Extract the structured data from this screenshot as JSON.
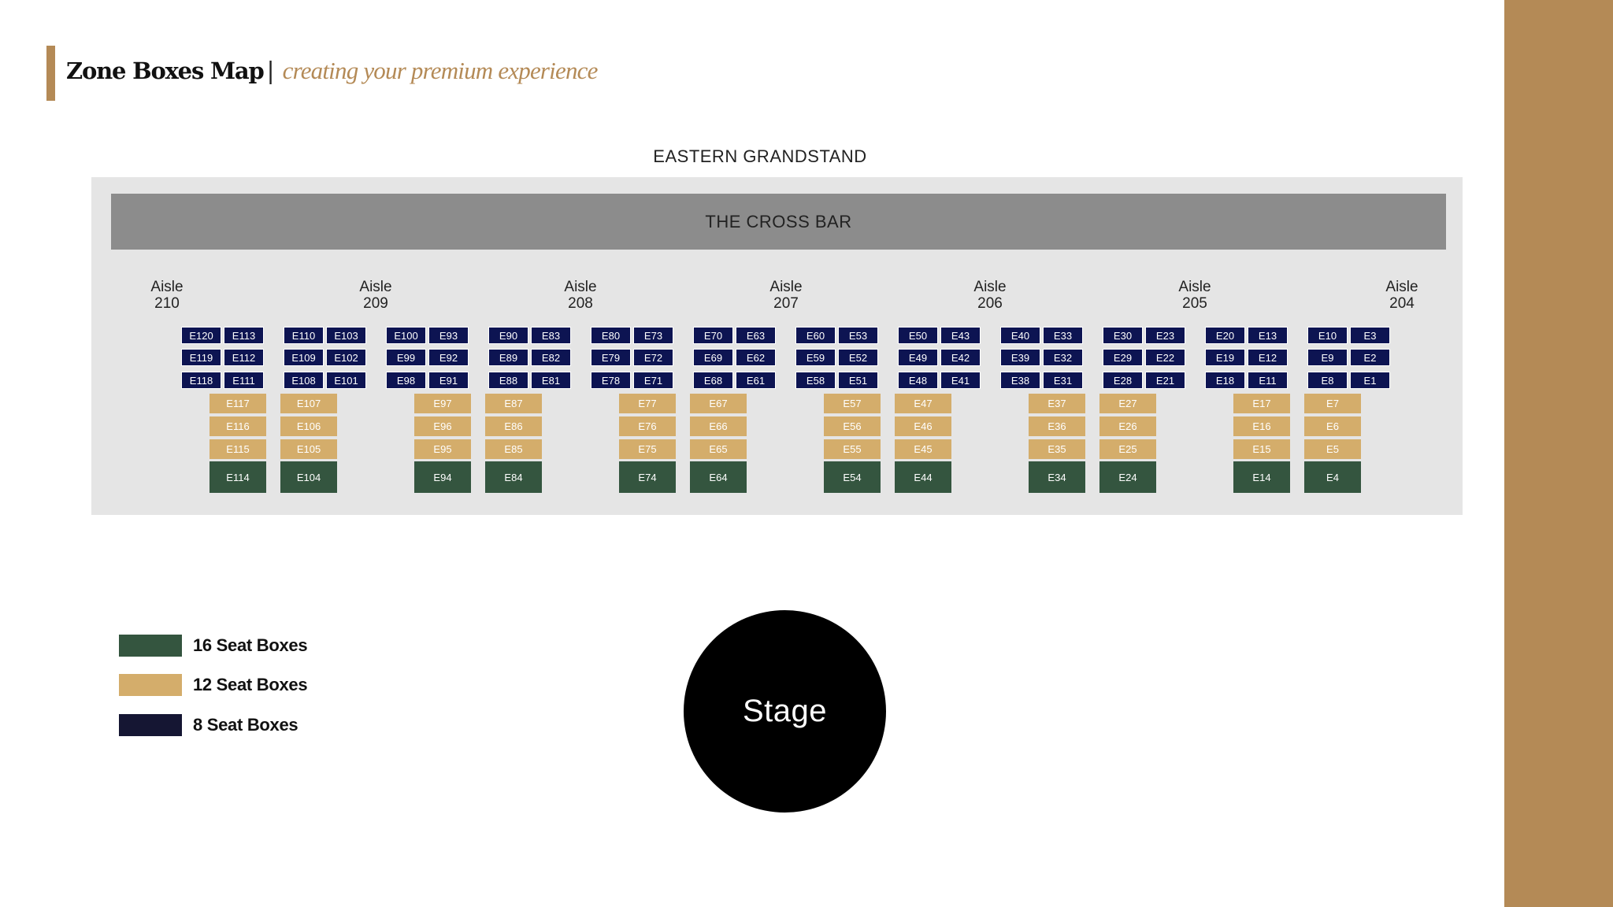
{
  "header": {
    "title": "Zone Boxes Map",
    "separator": "|",
    "subtitle": "creating your premium experience"
  },
  "stand": {
    "title": "EASTERN GRANDSTAND",
    "crossbar": "THE CROSS BAR"
  },
  "aisles": [
    {
      "word": "Aisle",
      "number": "210"
    },
    {
      "word": "Aisle",
      "number": "209"
    },
    {
      "word": "Aisle",
      "number": "208"
    },
    {
      "word": "Aisle",
      "number": "207"
    },
    {
      "word": "Aisle",
      "number": "206"
    },
    {
      "word": "Aisle",
      "number": "205"
    },
    {
      "word": "Aisle",
      "number": "204"
    }
  ],
  "sections": [
    {
      "navy": [
        [
          "E120",
          "E119",
          "E118"
        ],
        [
          "E113",
          "E112",
          "E111"
        ]
      ],
      "gold_left": [
        "E117",
        "E116",
        "E115"
      ],
      "green_left": "E114",
      "gold_right": [
        "E107",
        "E106",
        "E105"
      ],
      "green_right": "E104"
    },
    {
      "navy": [
        [
          "E110",
          "E109",
          "E108"
        ],
        [
          "E103",
          "E102",
          "E101"
        ]
      ]
    },
    {
      "navy": [
        [
          "E100",
          "E99",
          "E98"
        ],
        [
          "E93",
          "E92",
          "E91"
        ]
      ],
      "gold_left": [
        "E97",
        "E96",
        "E95"
      ],
      "green_left": "E94",
      "gold_right": [
        "E87",
        "E86",
        "E85"
      ],
      "green_right": "E84"
    },
    {
      "navy": [
        [
          "E90",
          "E89",
          "E88"
        ],
        [
          "E83",
          "E82",
          "E81"
        ]
      ]
    },
    {
      "navy": [
        [
          "E80",
          "E79",
          "E78"
        ],
        [
          "E73",
          "E72",
          "E71"
        ]
      ],
      "gold_left": [
        "E77",
        "E76",
        "E75"
      ],
      "green_left": "E74",
      "gold_right": [
        "E67",
        "E66",
        "E65"
      ],
      "green_right": "E64"
    },
    {
      "navy": [
        [
          "E70",
          "E69",
          "E68"
        ],
        [
          "E63",
          "E62",
          "E61"
        ]
      ]
    },
    {
      "navy": [
        [
          "E60",
          "E59",
          "E58"
        ],
        [
          "E53",
          "E52",
          "E51"
        ]
      ],
      "gold_left": [
        "E57",
        "E56",
        "E55"
      ],
      "green_left": "E54",
      "gold_right": [
        "E47",
        "E46",
        "E45"
      ],
      "green_right": "E44"
    },
    {
      "navy": [
        [
          "E50",
          "E49",
          "E48"
        ],
        [
          "E43",
          "E42",
          "E41"
        ]
      ]
    },
    {
      "navy": [
        [
          "E40",
          "E39",
          "E38"
        ],
        [
          "E33",
          "E32",
          "E31"
        ]
      ],
      "gold_left": [
        "E37",
        "E36",
        "E35"
      ],
      "green_left": "E34",
      "gold_right": [
        "E27",
        "E26",
        "E25"
      ],
      "green_right": "E24"
    },
    {
      "navy": [
        [
          "E30",
          "E29",
          "E28"
        ],
        [
          "E23",
          "E22",
          "E21"
        ]
      ]
    },
    {
      "navy": [
        [
          "E20",
          "E19",
          "E18"
        ],
        [
          "E13",
          "E12",
          "E11"
        ]
      ],
      "gold_left": [
        "E17",
        "E16",
        "E15"
      ],
      "green_left": "E14",
      "gold_right": [
        "E7",
        "E6",
        "E5"
      ],
      "green_right": "E4"
    },
    {
      "navy": [
        [
          "E10",
          "E9",
          "E8"
        ],
        [
          "E3",
          "E2",
          "E1"
        ]
      ]
    }
  ],
  "legend": [
    {
      "label": "16 Seat Boxes",
      "kind": "green"
    },
    {
      "label": "12 Seat Boxes",
      "kind": "gold"
    },
    {
      "label": "8 Seat Boxes",
      "kind": "navy"
    }
  ],
  "stage": {
    "label": "Stage"
  },
  "colors": {
    "navy": "#0d1452",
    "navy_legend": "#151633",
    "gold": "#d4ad6b",
    "green": "#34553f",
    "accent_brown": "#b48a56",
    "panel_gray": "#e5e5e5",
    "crossbar_gray": "#8c8c8c"
  }
}
